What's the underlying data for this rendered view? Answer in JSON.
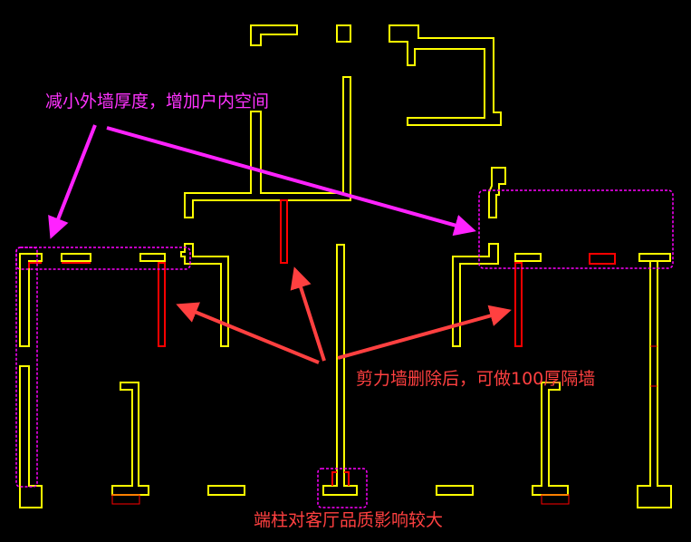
{
  "annotations": {
    "outer_wall_note": "减小外墙厚度，增加户内空间",
    "shear_wall_note": "剪力墙删除后，可做100厚隔墙",
    "end_column_note": "端柱对客厅品质影响较大"
  },
  "colors": {
    "background": "#000000",
    "wall": "#ffff00",
    "removed_wall": "#ff0000",
    "note_magenta": "#ff33ff",
    "note_red": "#ff4040"
  }
}
